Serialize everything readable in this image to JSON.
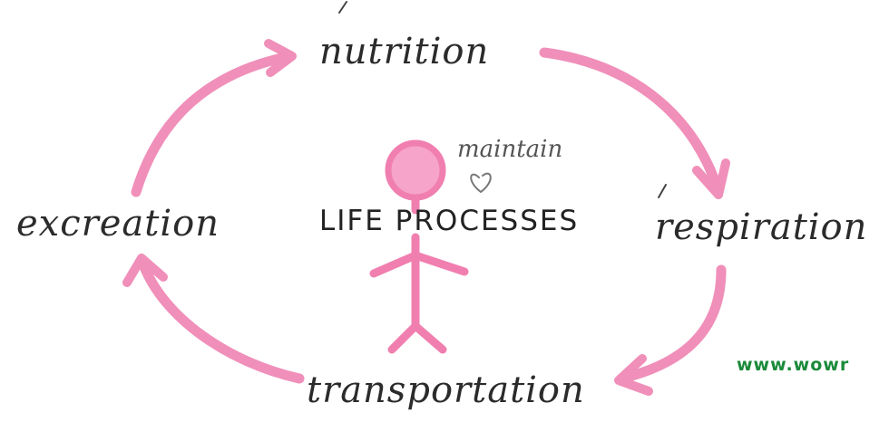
{
  "nodes": {
    "top": "nutrition",
    "right": "respiration",
    "bottom": "transportation",
    "left": "excreation"
  },
  "center": {
    "title": "LIFE PROCESSES",
    "annotation": "maintain"
  },
  "watermark": "www.wowr",
  "colors": {
    "arrow": "#f08fb9",
    "figure": "#f07fb0",
    "head_fill": "#f6a4c9",
    "text": "#2b2b2b",
    "watermark": "#1a8a3a"
  }
}
